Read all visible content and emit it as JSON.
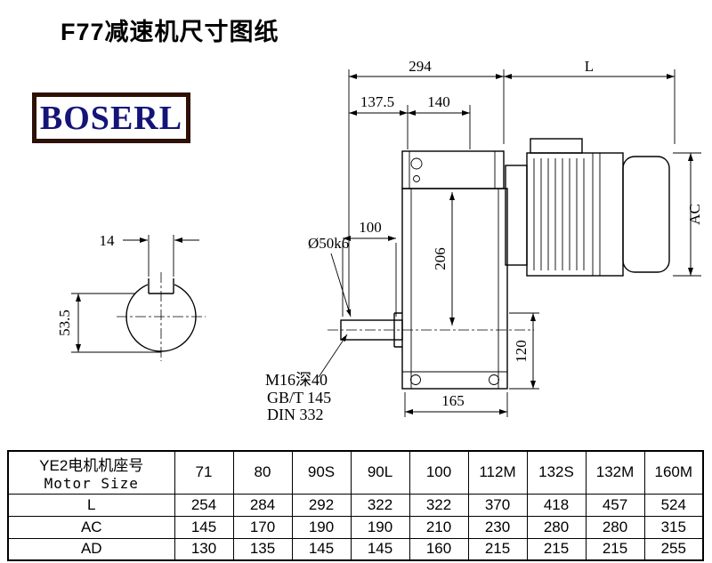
{
  "title": "F77减速机尺寸图纸",
  "logo": {
    "text": "BOSERL"
  },
  "colors": {
    "logo_text": "#141478",
    "logo_border": "#2e1006",
    "line": "#000000"
  },
  "drawing": {
    "dims": {
      "d294": "294",
      "dL": "L",
      "d137_5": "137.5",
      "d140": "140",
      "d100": "100",
      "dia": "Ø50k6",
      "d206": "206",
      "d120": "120",
      "d165": "165",
      "dAC": "AC",
      "d14": "14",
      "d53_5": "53.5"
    },
    "notes": [
      "M16深40",
      "GB/T 145",
      "DIN 332"
    ]
  },
  "table": {
    "header": {
      "line1": "YE2电机机座号",
      "line2": "Motor Size"
    },
    "columns": [
      "71",
      "80",
      "90S",
      "90L",
      "100",
      "112M",
      "132S",
      "132M",
      "160M"
    ],
    "rows": [
      {
        "label": "L",
        "values": [
          "254",
          "284",
          "292",
          "322",
          "322",
          "370",
          "418",
          "457",
          "524"
        ]
      },
      {
        "label": "AC",
        "values": [
          "145",
          "170",
          "190",
          "190",
          "210",
          "230",
          "280",
          "280",
          "315"
        ]
      },
      {
        "label": "AD",
        "values": [
          "130",
          "135",
          "145",
          "145",
          "160",
          "215",
          "215",
          "215",
          "255"
        ]
      }
    ]
  }
}
